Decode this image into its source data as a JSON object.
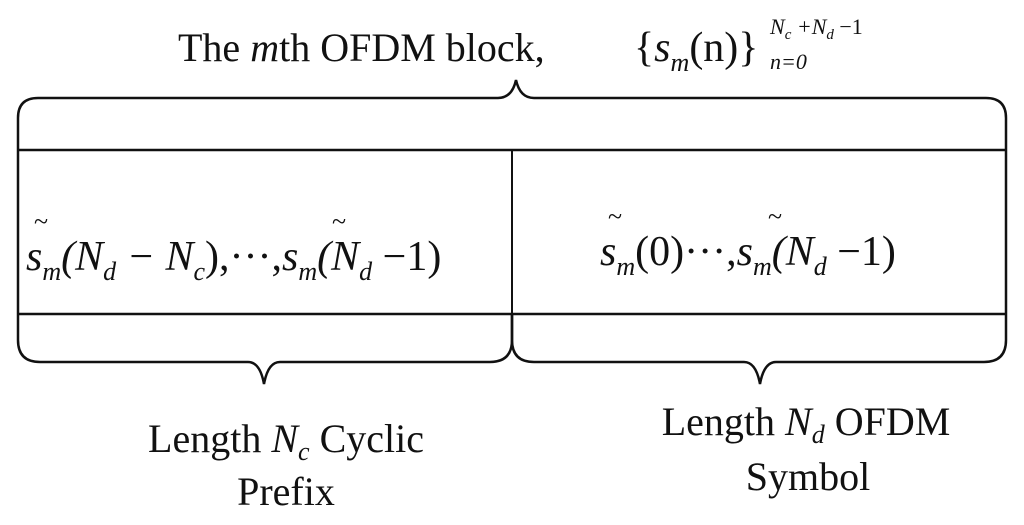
{
  "top_label": {
    "prefix": "The ",
    "italic_m": "m",
    "suffix": "th OFDM block,",
    "set_open": "{",
    "set_s": "s",
    "set_sub_m": "m",
    "set_arg": "(n)",
    "set_close": "}",
    "sup_expr": "N",
    "sup_c": "c",
    "sup_plus": " +N",
    "sup_d": "d",
    "sup_minus1": " −1",
    "sub_expr": "n=0"
  },
  "cells": {
    "cyclic_prefix_content": {
      "tilde": "~",
      "s": "s",
      "m": "m",
      "open": "(N",
      "d": "d",
      "minus": " − N",
      "c": "c",
      "rest": "),···,",
      "tilde2": "~",
      "s2": "s",
      "m2": "m",
      "open2": "(N",
      "d2": "d",
      "end": " −1)"
    },
    "symbol_content": {
      "tilde": "~",
      "s": "s",
      "m": "m",
      "arg": "(0)···,",
      "tilde2": "~",
      "s2": "s",
      "m2": "m",
      "open2": "(N",
      "d2": "d",
      "end": " −1)"
    }
  },
  "bottom_labels": {
    "cyclic_prefix": {
      "line1_prefix": "Length ",
      "line1_N": "N",
      "line1_sub": "c",
      "line1_suffix": " Cyclic",
      "line2": "Prefix"
    },
    "ofdm_symbol": {
      "line1_prefix": "Length ",
      "line1_N": "N",
      "line1_sub": "d",
      "line1_suffix": " OFDM",
      "line2": "Symbol"
    }
  },
  "colors": {
    "stroke": "#111111",
    "background": "#ffffff"
  }
}
